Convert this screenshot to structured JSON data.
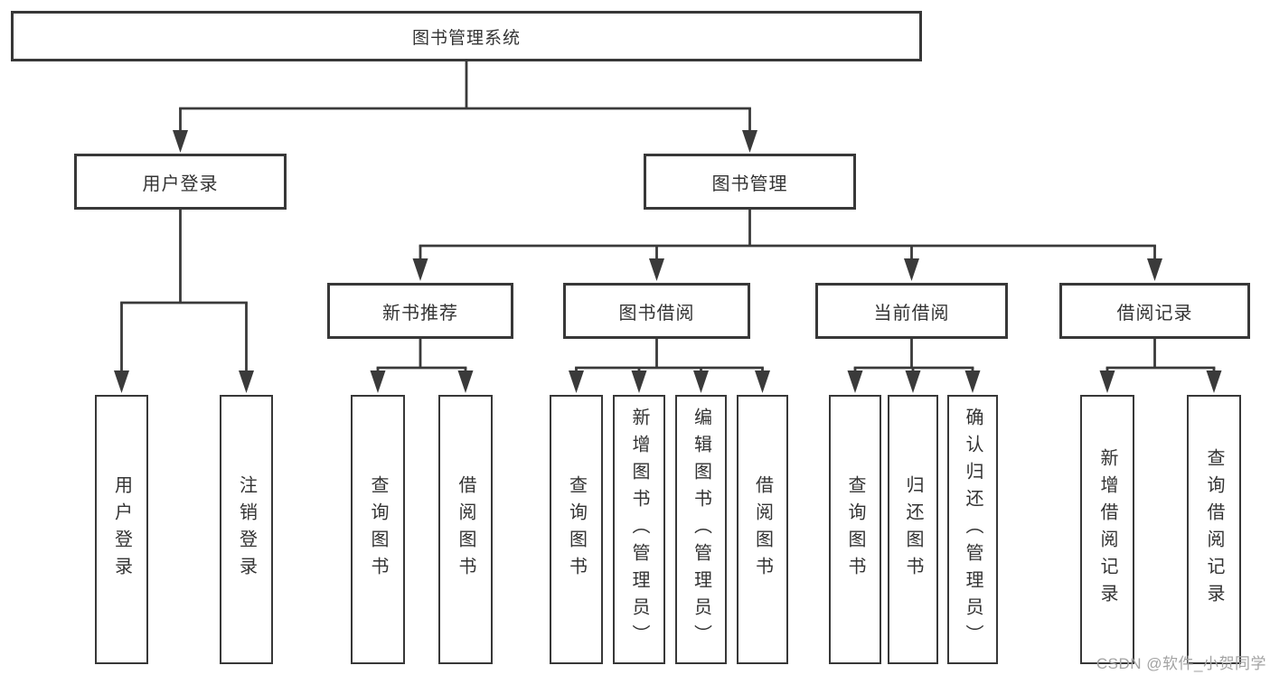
{
  "tree": {
    "root": {
      "label": "图书管理系统"
    },
    "branches": [
      {
        "label": "用户登录",
        "children": [
          {
            "label": "用户登录"
          },
          {
            "label": "注销登录"
          }
        ]
      },
      {
        "label": "图书管理",
        "children": [
          {
            "label": "新书推荐",
            "children": [
              {
                "label": "查询图书"
              },
              {
                "label": "借阅图书"
              }
            ]
          },
          {
            "label": "图书借阅",
            "children": [
              {
                "label": "查询图书"
              },
              {
                "label": "新增图书（管理员）"
              },
              {
                "label": "编辑图书（管理员）"
              },
              {
                "label": "借阅图书"
              }
            ]
          },
          {
            "label": "当前借阅",
            "children": [
              {
                "label": "查询图书"
              },
              {
                "label": "归还图书"
              },
              {
                "label": "确认归还（管理员）"
              }
            ]
          },
          {
            "label": "借阅记录",
            "children": [
              {
                "label": "新增借阅记录"
              },
              {
                "label": "查询借阅记录"
              }
            ]
          }
        ]
      }
    ]
  },
  "watermark": {
    "text": "CSDN @软件_小贺同学"
  },
  "colors": {
    "line": "#3a3a3a",
    "text": "#333333",
    "watermark": "#a3a3a3",
    "background": "#ffffff"
  }
}
